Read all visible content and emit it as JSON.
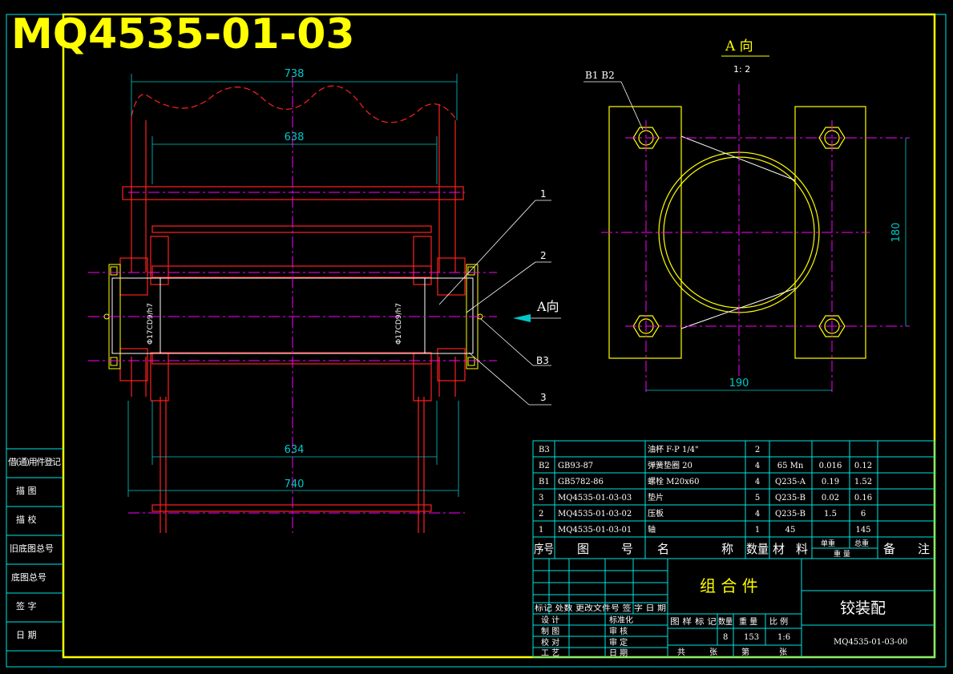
{
  "drawing_title": "MQ4535-01-03",
  "view_a": {
    "title": "A 向",
    "scale": "1: 2",
    "bolt_labels": "B1 B2"
  },
  "dims": {
    "top_outer": "738",
    "top_inner": "638",
    "bottom_inner": "634",
    "bottom_outer": "740",
    "view_width": "190",
    "view_height": "180",
    "fit_left": "Φ17CD9/h7",
    "fit_right": "Φ17CD9/h7"
  },
  "callouts": {
    "p1": "1",
    "p2": "2",
    "p3": "3",
    "b3": "B3",
    "arrow_a": "A向"
  },
  "side_labels": [
    "借(通)用件登记",
    "描 图",
    "描 校",
    "旧底图总号",
    "底图总号",
    "签 字",
    "日 期"
  ],
  "bom": {
    "rows": [
      {
        "no": "B3",
        "code": "",
        "name": "油杯 F-P 1/4\"",
        "qty": "2",
        "material": "",
        "unit_wt": "",
        "total_wt": "",
        "remark": ""
      },
      {
        "no": "B2",
        "code": "GB93-87",
        "name": "弹簧垫圈 20",
        "qty": "4",
        "material": "65 Mn",
        "unit_wt": "0.016",
        "total_wt": "0.12",
        "remark": ""
      },
      {
        "no": "B1",
        "code": "GB5782-86",
        "name": "螺栓 M20x60",
        "qty": "4",
        "material": "Q235-A",
        "unit_wt": "0.19",
        "total_wt": "1.52",
        "remark": ""
      },
      {
        "no": "3",
        "code": "MQ4535-01-03-03",
        "name": "垫片",
        "qty": "5",
        "material": "Q235-B",
        "unit_wt": "0.02",
        "total_wt": "0.16",
        "remark": ""
      },
      {
        "no": "2",
        "code": "MQ4535-01-03-02",
        "name": "压板",
        "qty": "4",
        "material": "Q235-B",
        "unit_wt": "1.5",
        "total_wt": "6",
        "remark": ""
      },
      {
        "no": "1",
        "code": "MQ4535-01-03-01",
        "name": "轴",
        "qty": "1",
        "material": "45",
        "unit_wt": "",
        "total_wt": "145",
        "remark": ""
      }
    ],
    "header": {
      "no": "序号",
      "code": "图 号",
      "name": "名 称",
      "qty": "数量",
      "material": "材料",
      "unit_wt": "单重",
      "total_wt": "总重",
      "weight": "重 量",
      "remark": "备 注"
    }
  },
  "title_block": {
    "assembly": "组 合 件",
    "name": "铰装配",
    "drawing_no": "MQ4535-01-03-00",
    "revision_header": "标记 处数 更改文件号 签 字 日 期",
    "roles_left": [
      "设 计",
      "制 图",
      "校 对",
      "工 艺"
    ],
    "roles_right": [
      "标准化",
      "审 核",
      "审 定",
      "日 期"
    ],
    "stage_header": [
      "图 样 标 记",
      "数量",
      "重 量",
      "比 例"
    ],
    "qty": "8",
    "weight": "153",
    "scale": "1:6",
    "sheet_total": "共",
    "sheet_unit1": "张",
    "sheet_no": "第",
    "sheet_unit2": "张"
  },
  "colors": {
    "frame": "#00e5e5",
    "border": "#ffff00",
    "part": "#ff2020",
    "center": "#ff00ff",
    "dim": "#00c8c8",
    "white": "#ffffff",
    "table_text": "#ffffff"
  }
}
